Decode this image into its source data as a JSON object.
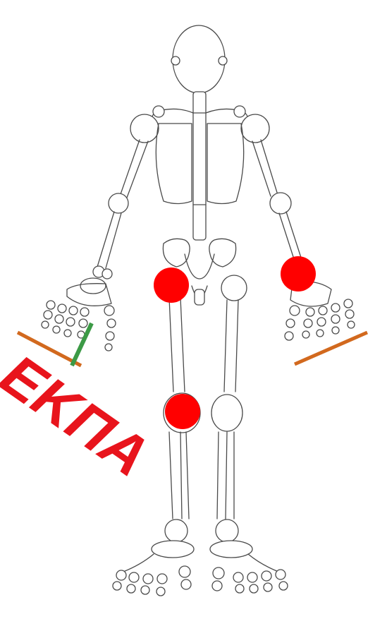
{
  "watermark": {
    "text": "ΕΚΠΑ",
    "color": "#e8141c"
  },
  "colors": {
    "marker": "#ff0000",
    "orange_line": "#d2691e",
    "green_line": "#3c9a46",
    "bone_stroke": "#4a4a4a"
  },
  "markers": [
    {
      "name": "left-hip-marker"
    },
    {
      "name": "right-wrist-marker"
    },
    {
      "name": "left-knee-marker"
    }
  ],
  "lines": [
    {
      "name": "left-hand-orange-line",
      "color_key": "orange_line"
    },
    {
      "name": "left-hand-green-line",
      "color_key": "green_line"
    },
    {
      "name": "right-hand-orange-line",
      "color_key": "orange_line"
    }
  ]
}
